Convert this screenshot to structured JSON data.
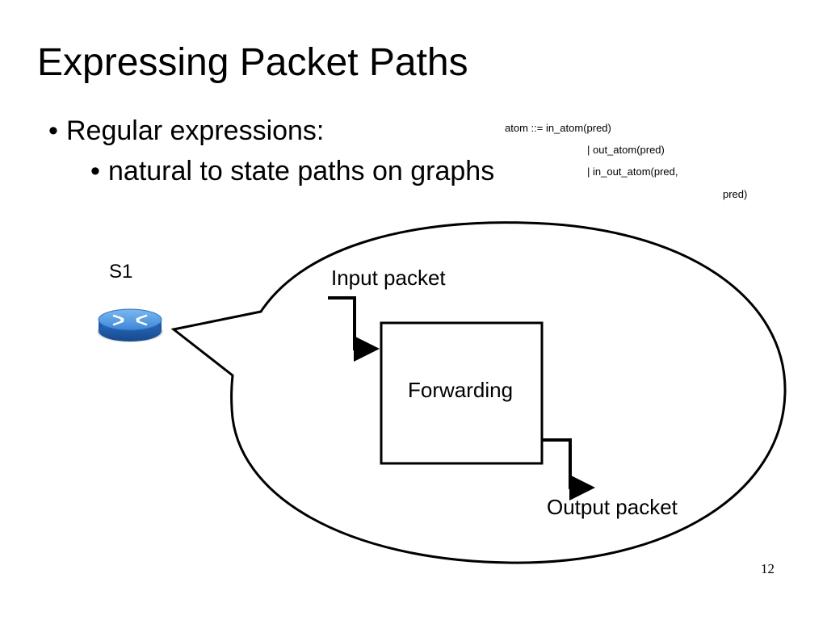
{
  "slide": {
    "title": "Expressing Packet Paths",
    "bullets": [
      {
        "text": "Regular expressions:"
      },
      {
        "text": "natural to state paths on graphs"
      }
    ],
    "grammar": [
      "atom ::= in_atom(pred)",
      "| out_atom(pred)",
      "| in_out_atom(pred,",
      "pred)"
    ],
    "page_number": "12"
  },
  "diagram": {
    "switch_label": "S1",
    "input_label": "Input packet",
    "box_label": "Forwarding",
    "output_label": "Output packet",
    "colors": {
      "router_top": "#5aa0e6",
      "router_side": "#1f5fb0",
      "stroke": "#000000"
    },
    "icons": [
      "router-icon"
    ]
  }
}
